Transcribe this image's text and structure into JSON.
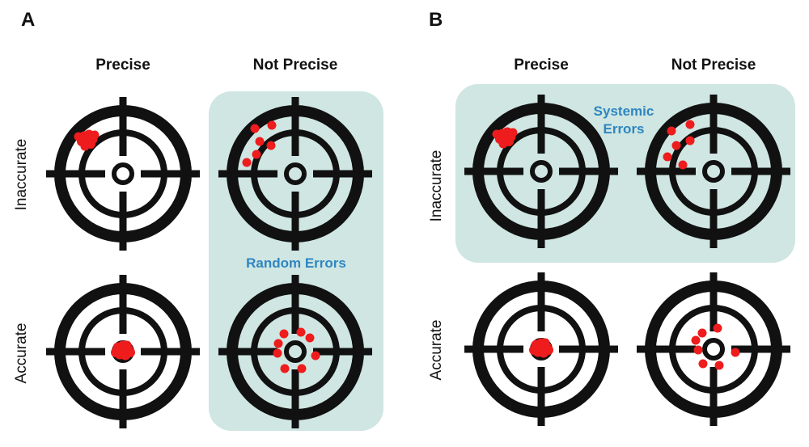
{
  "colors": {
    "target": "#111111",
    "hit": "#ee1c1c",
    "highlight_box": "#cfe6e2",
    "error_text": "#2e86c1"
  },
  "panels": [
    {
      "letter": "A",
      "columns": [
        "Precise",
        "Not Precise"
      ],
      "rows": [
        "Inaccurate",
        "Accurate"
      ],
      "error_label": "Random Errors"
    },
    {
      "letter": "B",
      "columns": [
        "Precise",
        "Not Precise"
      ],
      "rows": [
        "Inaccurate",
        "Accurate"
      ],
      "error_label_lines": [
        "Systemic",
        "Errors"
      ]
    }
  ]
}
